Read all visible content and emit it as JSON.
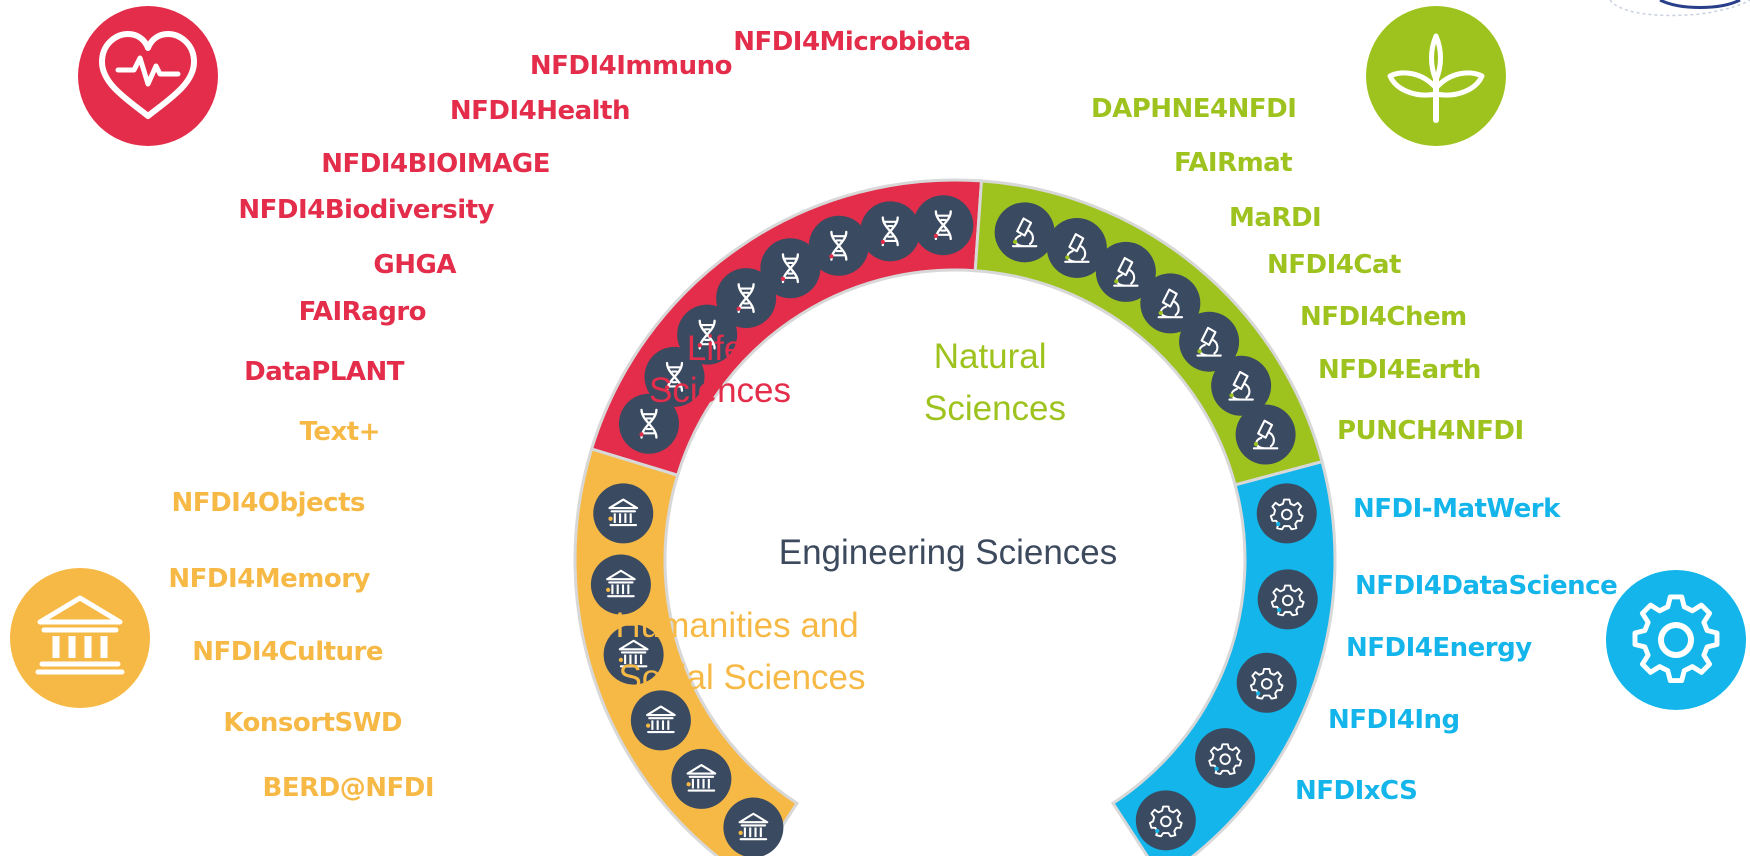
{
  "sections": {
    "life": {
      "title_lines": [
        "Life",
        "Sciences"
      ],
      "color": "#e32d4a",
      "icon": "heart-pulse-icon",
      "members": [
        "NFDI4Microbiota",
        "NFDI4Immuno",
        "NFDI4Health",
        "NFDI4BIOIMAGE",
        "NFDI4Biodiversity",
        "GHGA",
        "FAIRagro",
        "DataPLANT"
      ]
    },
    "natural": {
      "title_lines": [
        "Natural",
        "Sciences"
      ],
      "color": "#9ec31f",
      "icon": "plant-sprout-icon",
      "members": [
        "DAPHNE4NFDI",
        "FAIRmat",
        "MaRDI",
        "NFDI4Cat",
        "NFDI4Chem",
        "NFDI4Earth",
        "PUNCH4NFDI"
      ]
    },
    "engineering": {
      "title_lines": [
        "Engineering Sciences"
      ],
      "color": "#13b5ea",
      "icon": "gear-icon",
      "members": [
        "NFDI-MatWerk",
        "NFDI4DataScience",
        "NFDI4Energy",
        "NFDI4Ing",
        "NFDIxCS"
      ]
    },
    "humanities": {
      "title_lines": [
        "Humanities and",
        "Social Sciences"
      ],
      "color": "#f7b946",
      "icon": "museum-building-icon",
      "members": [
        "Text+",
        "NFDI4Objects",
        "NFDI4Memory",
        "NFDI4Culture",
        "KonsortSWD",
        "BERD@NFDI"
      ]
    }
  },
  "colors": {
    "node_fill": "#3a4a60",
    "engineering_title": "#3d4a5e",
    "divider": "#d8d8d8"
  }
}
